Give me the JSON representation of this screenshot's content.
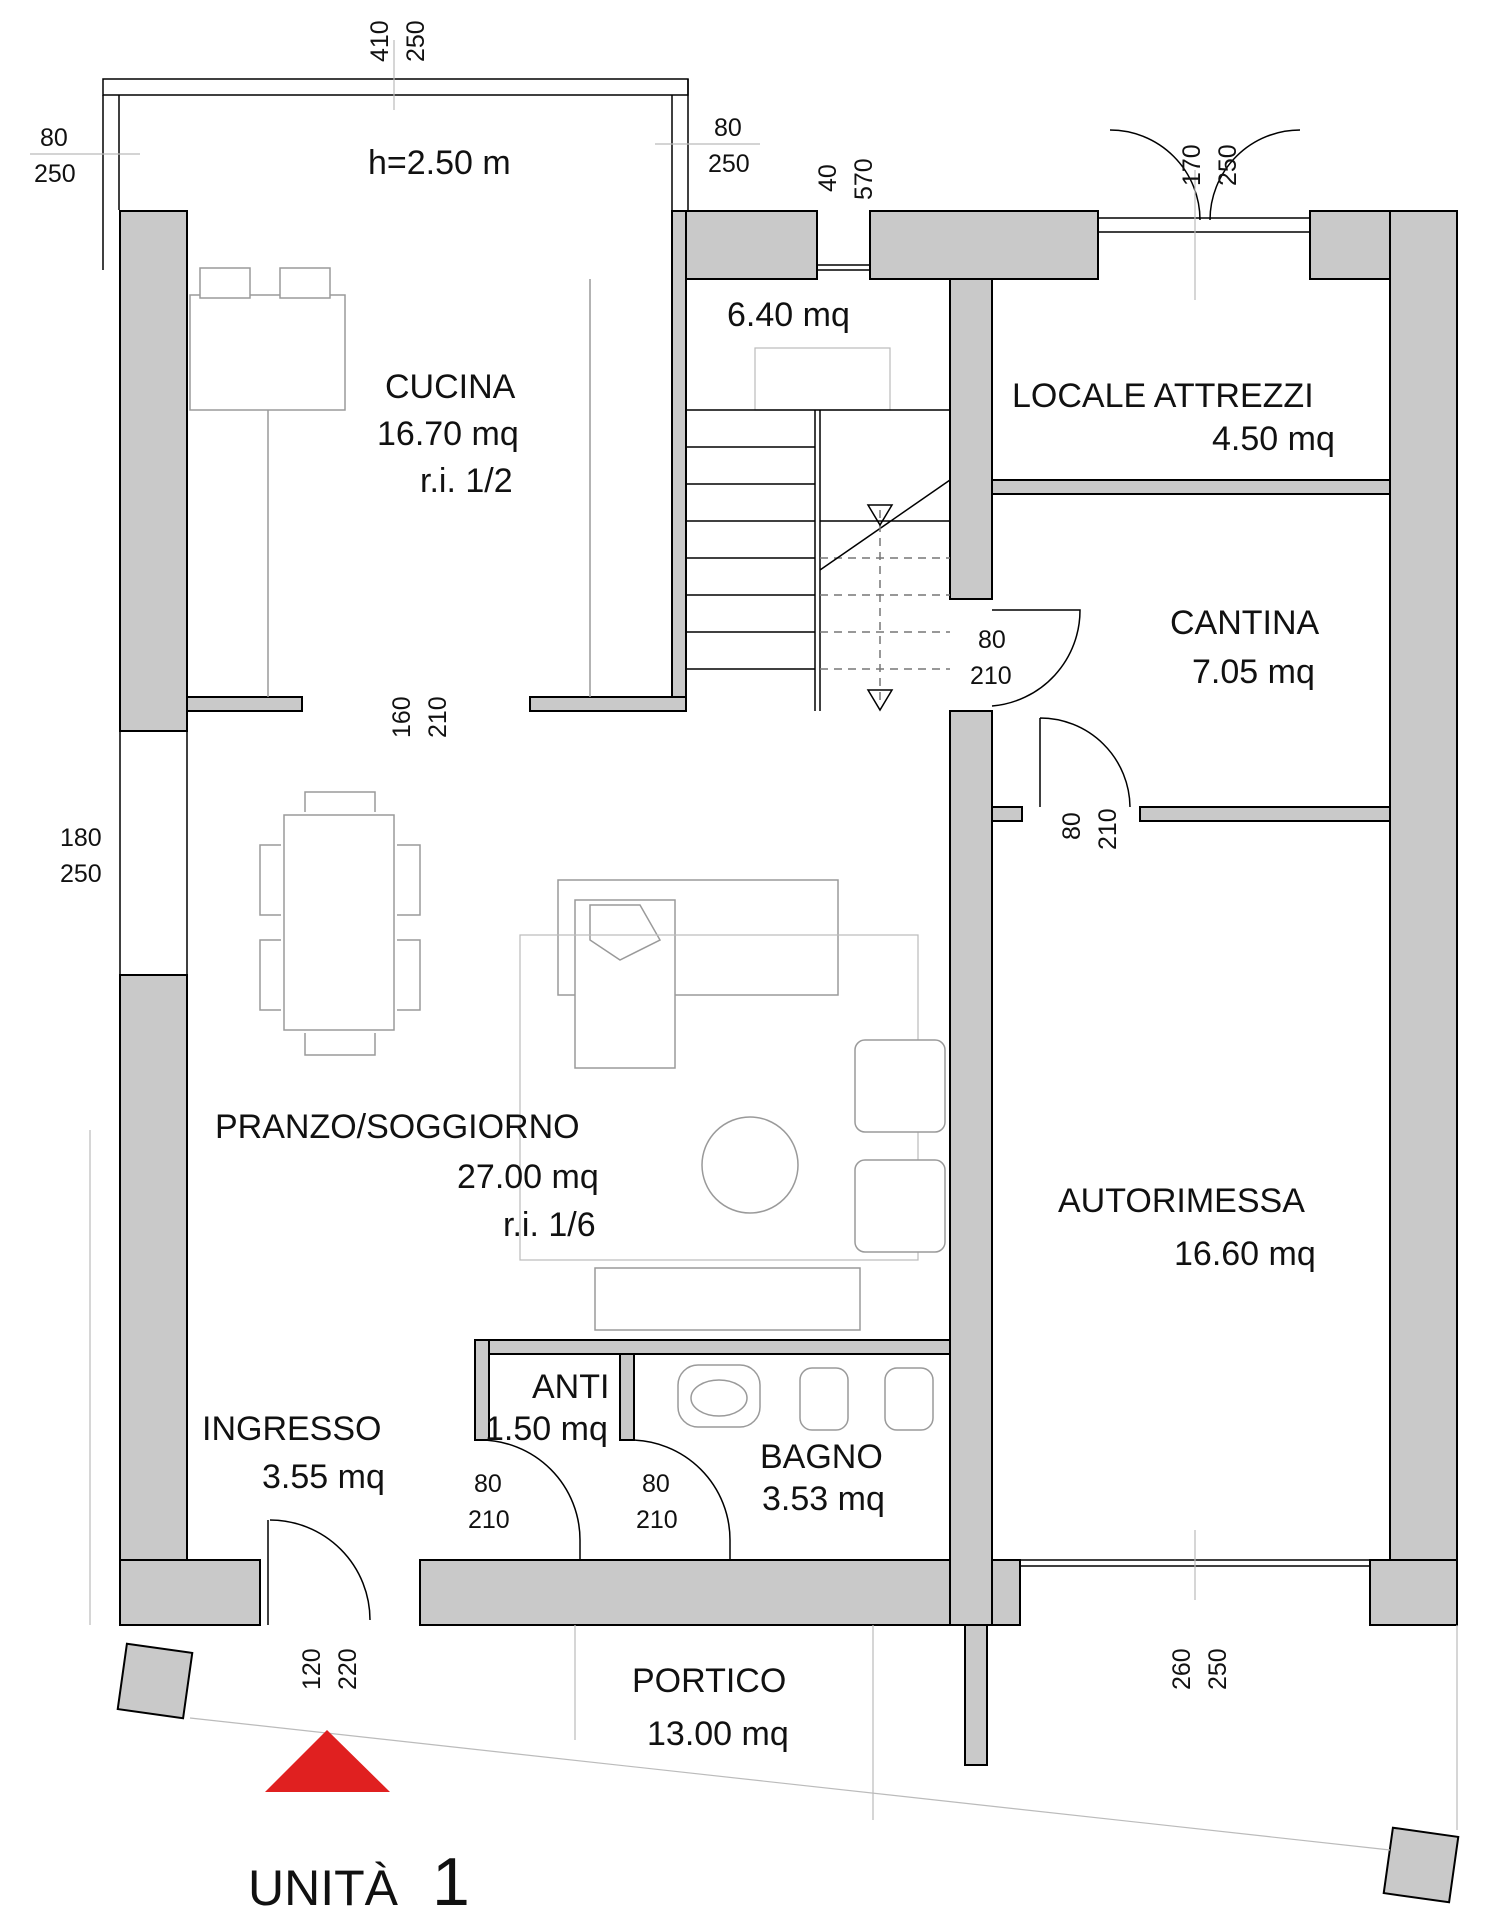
{
  "rooms": {
    "cucina": {
      "name": "CUCINA",
      "area": "16.70 mq",
      "ri": "r.i. 1/2"
    },
    "scala": {
      "area": "6.40 mq"
    },
    "locale_attrezzi": {
      "name": "LOCALE ATTREZZI",
      "area": "4.50 mq"
    },
    "cantina": {
      "name": "CANTINA",
      "area": "7.05 mq"
    },
    "pranzo_soggiorno": {
      "name": "PRANZO/SOGGIORNO",
      "area": "27.00 mq",
      "ri": "r.i. 1/6"
    },
    "autorimessa": {
      "name": "AUTORIMESSA",
      "area": "16.60 mq"
    },
    "anti": {
      "name": "ANTI",
      "area": "1.50 mq"
    },
    "ingresso": {
      "name": "INGRESSO",
      "area": "3.55 mq"
    },
    "bagno": {
      "name": "BAGNO",
      "area": "3.53 mq"
    },
    "portico": {
      "name": "PORTICO",
      "area": "13.00 mq"
    }
  },
  "pergola_height": "h=2.50 m",
  "unit_title": {
    "word": "UNITÀ",
    "number": "1"
  },
  "dimensions": {
    "top_410": "410",
    "top_250": "250",
    "left_80": "80",
    "left_250": "250",
    "right_80": "80",
    "right_250": "250",
    "win_40": "40",
    "win_570": "570",
    "attr_170": "170",
    "attr_250": "250",
    "kitchen_160": "160",
    "kitchen_210": "210",
    "window_180": "180",
    "window_250": "250",
    "stair_80": "80",
    "stair_210": "210",
    "cantina_80": "80",
    "cantina_210": "210",
    "anti_80": "80",
    "anti_210": "210",
    "bagno_80": "80",
    "bagno_210": "210",
    "entry_120": "120",
    "entry_220": "220",
    "garage_260": "260",
    "garage_250": "250"
  },
  "colors": {
    "wall": "#c9c9c9",
    "entrance_marker": "#e02020"
  }
}
